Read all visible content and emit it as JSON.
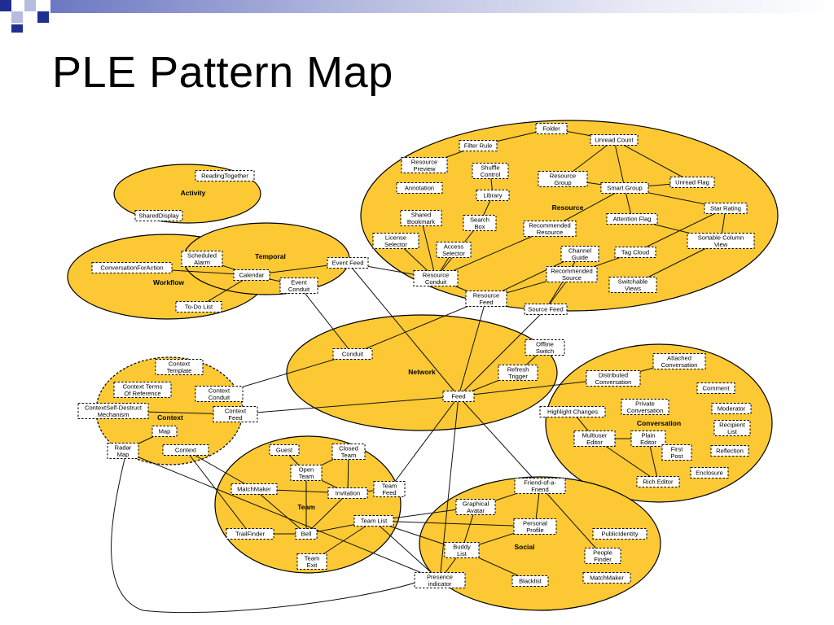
{
  "title": "PLE Pattern Map",
  "colors": {
    "cluster_fill": "#FCC934",
    "accent_blue": "#1F2F8F",
    "accent_light": "#B7BCE0",
    "node_fill": "#FFFFFF"
  },
  "clusters": {
    "resource": "Resource",
    "activity": "Activity",
    "temporal": "Temporal",
    "workflow": "Workflow",
    "network": "Network",
    "context": "Context",
    "conversation": "Conversation",
    "team": "Team",
    "social": "Social"
  },
  "nodes": {
    "folder": [
      "Folder"
    ],
    "filter_rule": [
      "Filter Rule"
    ],
    "unread_count": [
      "Unread Count"
    ],
    "resource_preview": [
      "Resource",
      "Preview"
    ],
    "shuffle_control": [
      "Shuffle",
      "Control"
    ],
    "resource_group": [
      "Resource",
      "Group"
    ],
    "unread_flag": [
      "Unread Flag"
    ],
    "annotation": [
      "Annotation"
    ],
    "library": [
      "Library"
    ],
    "smart_group": [
      "Smart Group"
    ],
    "star_rating": [
      "Star Rating"
    ],
    "shared_bookmark": [
      "Shared",
      "Bookmark"
    ],
    "search_box": [
      "Search",
      "Box"
    ],
    "recommended_resource": [
      "Recommended",
      "Resource"
    ],
    "attention_flag": [
      "Attention Flag"
    ],
    "license_selector": [
      "License",
      "Selector"
    ],
    "access_selector": [
      "Access",
      "Selector"
    ],
    "sortable_column_view": [
      "Sortable Column",
      "View"
    ],
    "channel_guide": [
      "Channel",
      "Guide"
    ],
    "tag_cloud": [
      "Tag Cloud"
    ],
    "resource_conduit": [
      "Resource",
      "Conduit"
    ],
    "recommended_source": [
      "Recommended",
      "Source"
    ],
    "switchable_views": [
      "Switchable",
      "Views"
    ],
    "resource_feed": [
      "Resource",
      "Feed"
    ],
    "source_feed": [
      "Source Feed"
    ],
    "reading_together": [
      "ReadingTogether"
    ],
    "shared_display": [
      "SharedDisplay"
    ],
    "scheduled_alarm": [
      "Scheduled",
      "Alarm"
    ],
    "conversation_for_action": [
      "ConversationForAction"
    ],
    "calendar": [
      "Calendar"
    ],
    "event_feed": [
      "Event Feed"
    ],
    "event_conduit": [
      "Event",
      "Conduit"
    ],
    "to_do_list": [
      "To-Do List"
    ],
    "conduit": [
      "Conduit"
    ],
    "offline_switch": [
      "Offline",
      "Switch"
    ],
    "refresh_trigger": [
      "Refresh",
      "Trigger"
    ],
    "feed": [
      "Feed"
    ],
    "context_template": [
      "Context",
      "Template"
    ],
    "context_terms": [
      "Context Terms",
      "Of Reference"
    ],
    "context_conduit": [
      "Context",
      "Conduit"
    ],
    "context_self_destruct": [
      "ContextSelf-Destruct",
      "Mechanism"
    ],
    "context_feed": [
      "Context",
      "Feed"
    ],
    "map": [
      "Map"
    ],
    "radar_map": [
      "Radar",
      "Map"
    ],
    "context": [
      "Context"
    ],
    "attached_conversation": [
      "Attached",
      "Conversation"
    ],
    "distributed_conversation": [
      "Distributed",
      "Conversation"
    ],
    "comment": [
      "Comment"
    ],
    "private_conversation": [
      "Private",
      "Conversation"
    ],
    "moderator": [
      "Moderator"
    ],
    "highlight_changes": [
      "Highlight Changes"
    ],
    "recipient_list": [
      "Recipient",
      "List"
    ],
    "multiuser_editor": [
      "Multiuser",
      "Editor"
    ],
    "plain_editor": [
      "Plain",
      "Editor"
    ],
    "first_post": [
      "First",
      "Post"
    ],
    "reflection": [
      "Reflection"
    ],
    "enclosure": [
      "Enclosure"
    ],
    "rich_editor": [
      "Rich Editor"
    ],
    "guest": [
      "Guest"
    ],
    "closed_team": [
      "Closed",
      "Team"
    ],
    "open_team": [
      "Open",
      "Team"
    ],
    "matchmaker": [
      "MatchMaker"
    ],
    "invitation": [
      "Invitation"
    ],
    "team_feed": [
      "Team",
      "Feed"
    ],
    "team_list": [
      "Team List"
    ],
    "trailfinder": [
      "TrailFinder"
    ],
    "bell": [
      "Bell"
    ],
    "team_exit": [
      "Team",
      "Exit"
    ],
    "friend_of_a_friend": [
      "Friend-of-a-",
      "Friend"
    ],
    "graphical_avatar": [
      "Graphical",
      "Avatar"
    ],
    "personal_profile": [
      "Personal",
      "Profile"
    ],
    "public_identity": [
      "PublicIdentity"
    ],
    "buddy_list": [
      "Buddy",
      "List"
    ],
    "people_finder": [
      "People",
      "Finder"
    ],
    "presence_indicator": [
      "Presence",
      "indicator"
    ],
    "blacklist": [
      "Blacklist"
    ],
    "matchmaker_social": [
      "MatchMaker"
    ]
  }
}
